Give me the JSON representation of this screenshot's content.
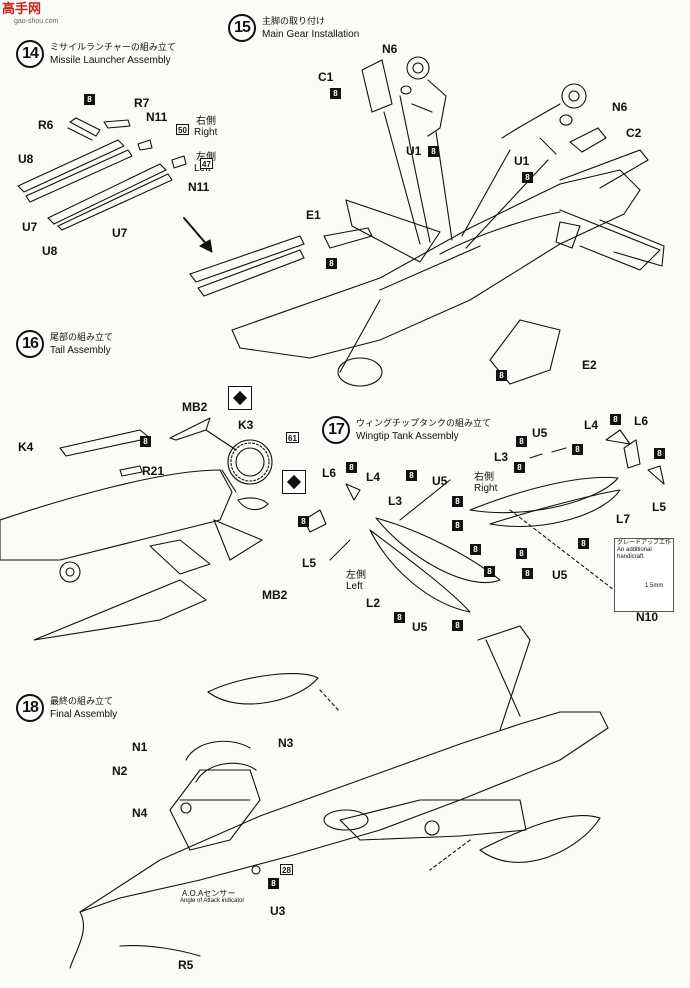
{
  "watermark": {
    "brand": "高手网",
    "url": "gao-shou.com"
  },
  "steps": [
    {
      "num": "14",
      "jp": "ミサイルランチャーの組み立て",
      "en": "Missile Launcher Assembly"
    },
    {
      "num": "15",
      "jp": "主脚の取り付け",
      "en": "Main Gear Installation"
    },
    {
      "num": "16",
      "jp": "尾部の組み立て",
      "en": "Tail Assembly"
    },
    {
      "num": "17",
      "jp": "ウィングチップタンクの組み立て",
      "en": "Wingtip Tank Assembly"
    },
    {
      "num": "18",
      "jp": "最終の組み立て",
      "en": "Final Assembly"
    }
  ],
  "parts": {
    "R7": "R7",
    "R6": "R6",
    "N11a": "N11",
    "N11b": "N11",
    "U8a": "U8",
    "U8b": "U8",
    "U7a": "U7",
    "U7b": "U7",
    "C1": "C1",
    "N6a": "N6",
    "N6b": "N6",
    "U1a": "U1",
    "U1b": "U1",
    "C2": "C2",
    "E1": "E1",
    "E2": "E2",
    "MB2a": "MB2",
    "MB2b": "MB2",
    "K3": "K3",
    "K4": "K4",
    "R21": "R21",
    "L6a": "L6",
    "L6b": "L6",
    "L4a": "L4",
    "L4b": "L4",
    "L3a": "L3",
    "L3b": "L3",
    "U5a": "U5",
    "U5b": "U5",
    "U5c": "U5",
    "U5d": "U5",
    "L5a": "L5",
    "L5b": "L5",
    "L2": "L2",
    "L7": "L7",
    "N10": "N10",
    "N1": "N1",
    "N2": "N2",
    "N3": "N3",
    "N4": "N4",
    "U3": "U3",
    "R5": "R5"
  },
  "sides": {
    "right_jp": "右側",
    "right_en": "Right",
    "left_jp": "左側",
    "left_en": "Left",
    "right2_jp": "右側",
    "right2_en": "Right",
    "left2_jp": "左側",
    "left2_en": "Left"
  },
  "tags": {
    "cement": "8",
    "decal50": "50",
    "decal47": "47",
    "decal61": "61",
    "decal28": "28"
  },
  "aoa": {
    "jp": "A.O.Aセンサー",
    "en": "Angle of Attack indicator"
  },
  "grade_note": {
    "jp": "グレードアップ工作",
    "en": "An additional handicraft.",
    "dim": "1.5mm"
  },
  "colors": {
    "ink": "#111111",
    "paper": "#fbfbf8",
    "watermark": "#c8201a"
  }
}
